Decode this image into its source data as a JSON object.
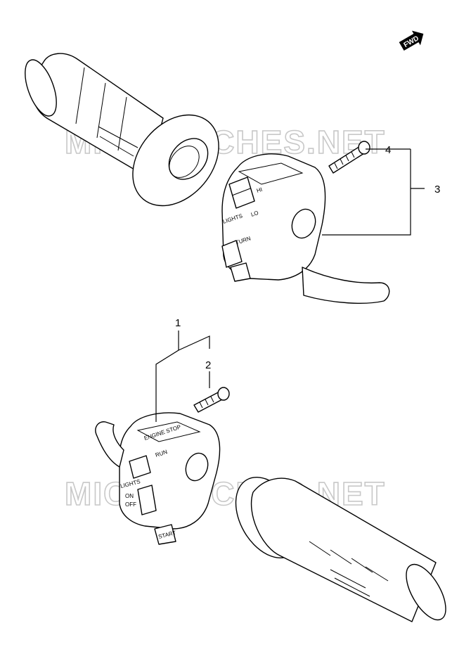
{
  "watermark": {
    "text": "MICROFICHES.NET"
  },
  "fwd_badge": {
    "label": "FWD"
  },
  "callouts": [
    {
      "id": "1",
      "label": "1"
    },
    {
      "id": "2",
      "label": "2"
    },
    {
      "id": "3",
      "label": "3"
    },
    {
      "id": "4",
      "label": "4"
    }
  ],
  "right_switch": {
    "labels": {
      "hi": "HI",
      "lo": "LO",
      "lights": "LIGHTS",
      "turn": "TURN"
    }
  },
  "left_switch": {
    "labels": {
      "engine_stop": "ENGINE STOP",
      "lights": "LIGHTS",
      "on": "ON",
      "off": "OFF",
      "run": "RUN",
      "start": "START"
    }
  },
  "colors": {
    "line": "#000000",
    "watermark": "#c8c8c8",
    "background": "#ffffff"
  }
}
